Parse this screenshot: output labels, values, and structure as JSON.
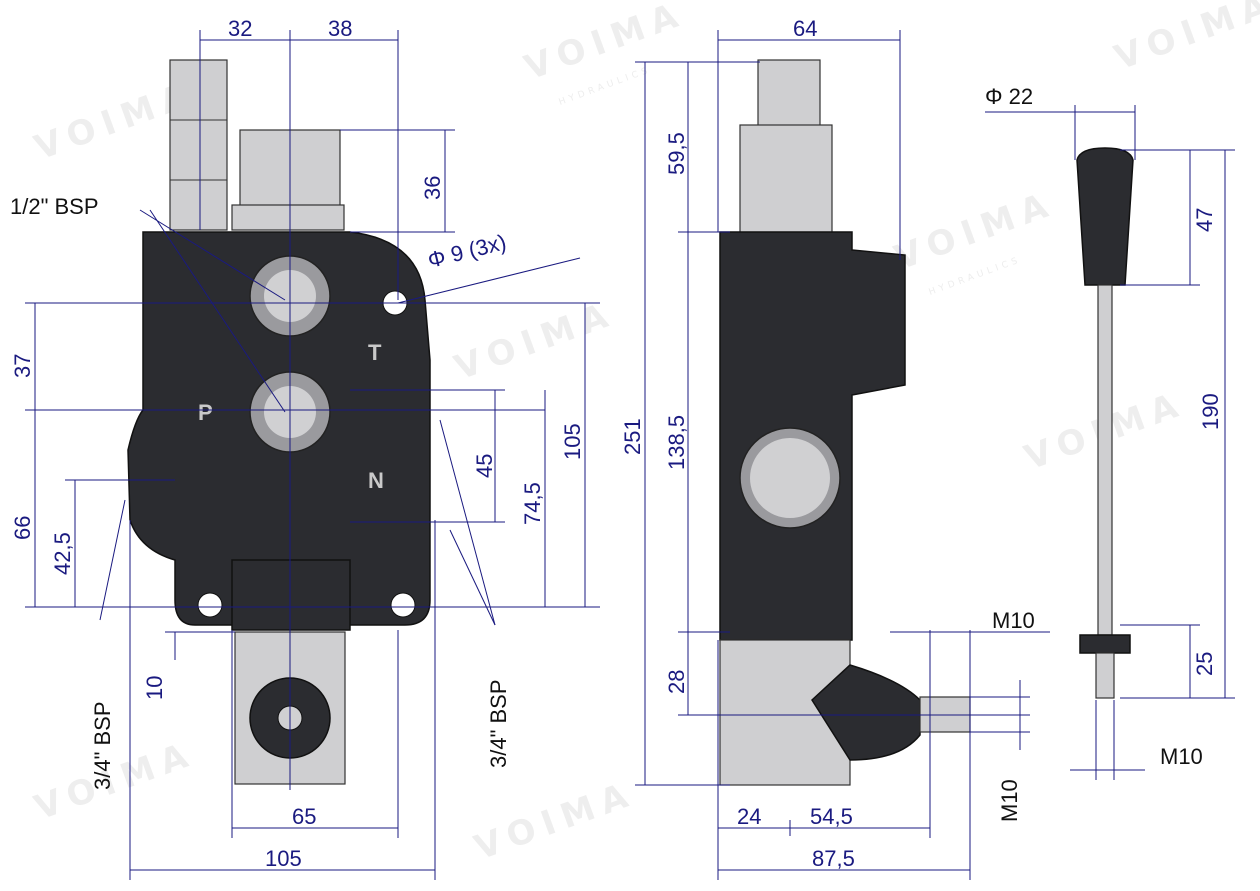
{
  "watermark": {
    "brand": "VOIMA",
    "subtitle": "HYDRAULICS"
  },
  "front_view": {
    "dims": {
      "top_left": "32",
      "top_right": "38",
      "cap_height": "36",
      "left_37": "37",
      "left_66": "66",
      "left_42_5": "42,5",
      "right_45": "45",
      "right_74_5": "74,5",
      "right_105": "105",
      "bottom_10": "10",
      "bottom_65": "65",
      "bottom_105": "105"
    },
    "callouts": {
      "inlet_thread": "1/2\" BSP",
      "mount_hole": "Φ 9  (3x)",
      "left_port": "3/4\" BSP",
      "right_port": "3/4\" BSP"
    },
    "ports": {
      "t": "T",
      "p": "P",
      "n": "N"
    }
  },
  "side_view": {
    "dims": {
      "width": "64",
      "top_59_5": "59,5",
      "total_251": "251",
      "mid_138_5": "138,5",
      "bottom_28": "28",
      "bottom_24": "24",
      "bottom_54_5": "54,5",
      "bottom_87_5": "87,5",
      "thread_top": "M10",
      "thread_side": "M10"
    }
  },
  "handle": {
    "dims": {
      "diameter": "Φ 22",
      "grip_47": "47",
      "length_190": "190",
      "thread_25": "25",
      "thread": "M10"
    }
  },
  "colors": {
    "dimension": "#1a1a80",
    "body": "#2b2c30",
    "metal": "#cfcfd1"
  }
}
